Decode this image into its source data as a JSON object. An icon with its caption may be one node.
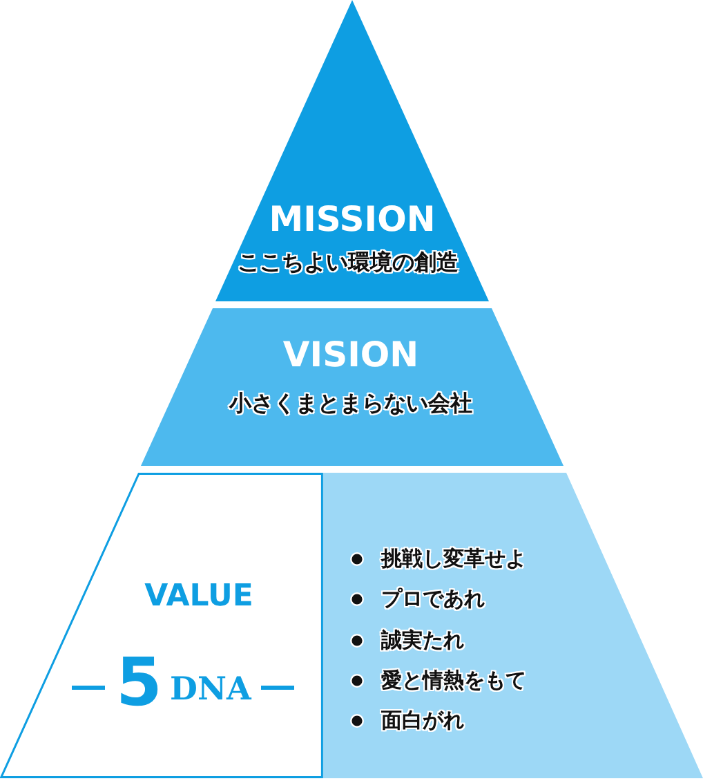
{
  "diagram": {
    "nodes": [
      {
        "text": [
          "MISSION",
          "ここちよい環境の創造"
        ]
      },
      {
        "text": [
          "VISION",
          "小さくまとまらない会社"
        ]
      },
      {
        "text": [
          "VALUE",
          "5",
          "DNA"
        ]
      },
      {
        "text": [
          "挑戦し変革せよ",
          "プロであれ",
          "誠実たれ",
          "愛と情熱をもて",
          "面白がれ"
        ]
      }
    ]
  }
}
